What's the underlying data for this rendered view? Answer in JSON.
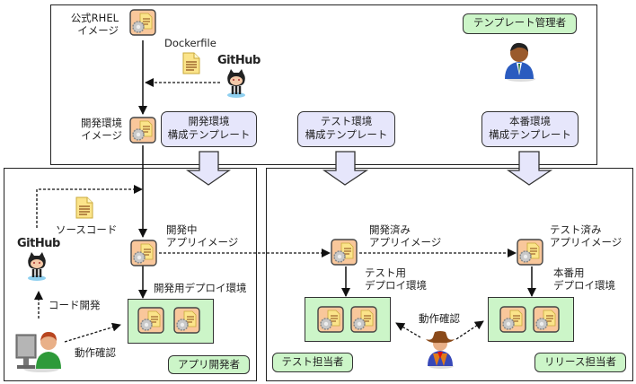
{
  "roles": {
    "template_admin": "テンプレート管理者",
    "app_developer": "アプリ開発者",
    "tester": "テスト担当者",
    "release_manager": "リリース担当者"
  },
  "templates": {
    "dev": [
      "開発環境",
      "構成テンプレート"
    ],
    "test": [
      "テスト環境",
      "構成テンプレート"
    ],
    "prod": [
      "本番環境",
      "構成テンプレート"
    ]
  },
  "images": {
    "official_rhel": [
      "公式RHEL",
      "イメージ"
    ],
    "dev_env": [
      "開発環境",
      "イメージ"
    ],
    "dev_app": [
      "開発中",
      "アプリイメージ"
    ],
    "developed_app": [
      "開発済み",
      "アプリイメージ"
    ],
    "tested_app": [
      "テスト済み",
      "アプリイメージ"
    ]
  },
  "files": {
    "dockerfile": "Dockerfile",
    "source_code": "ソースコード"
  },
  "github": {
    "label": "GitHub"
  },
  "deploy_envs": {
    "dev": "開発用デプロイ環境",
    "test": [
      "テスト用",
      "デプロイ環境"
    ],
    "prod": [
      "本番用",
      "デプロイ環境"
    ]
  },
  "actions": {
    "code_dev": "コード開発",
    "verify_dev": "動作確認",
    "verify_test": "動作確認"
  },
  "colors": {
    "template_fill": "#e6e6fb",
    "role_fill": "#ccf5c8",
    "image_fill": "#f9c79b",
    "arrow_fill": "#e6e6fb"
  }
}
